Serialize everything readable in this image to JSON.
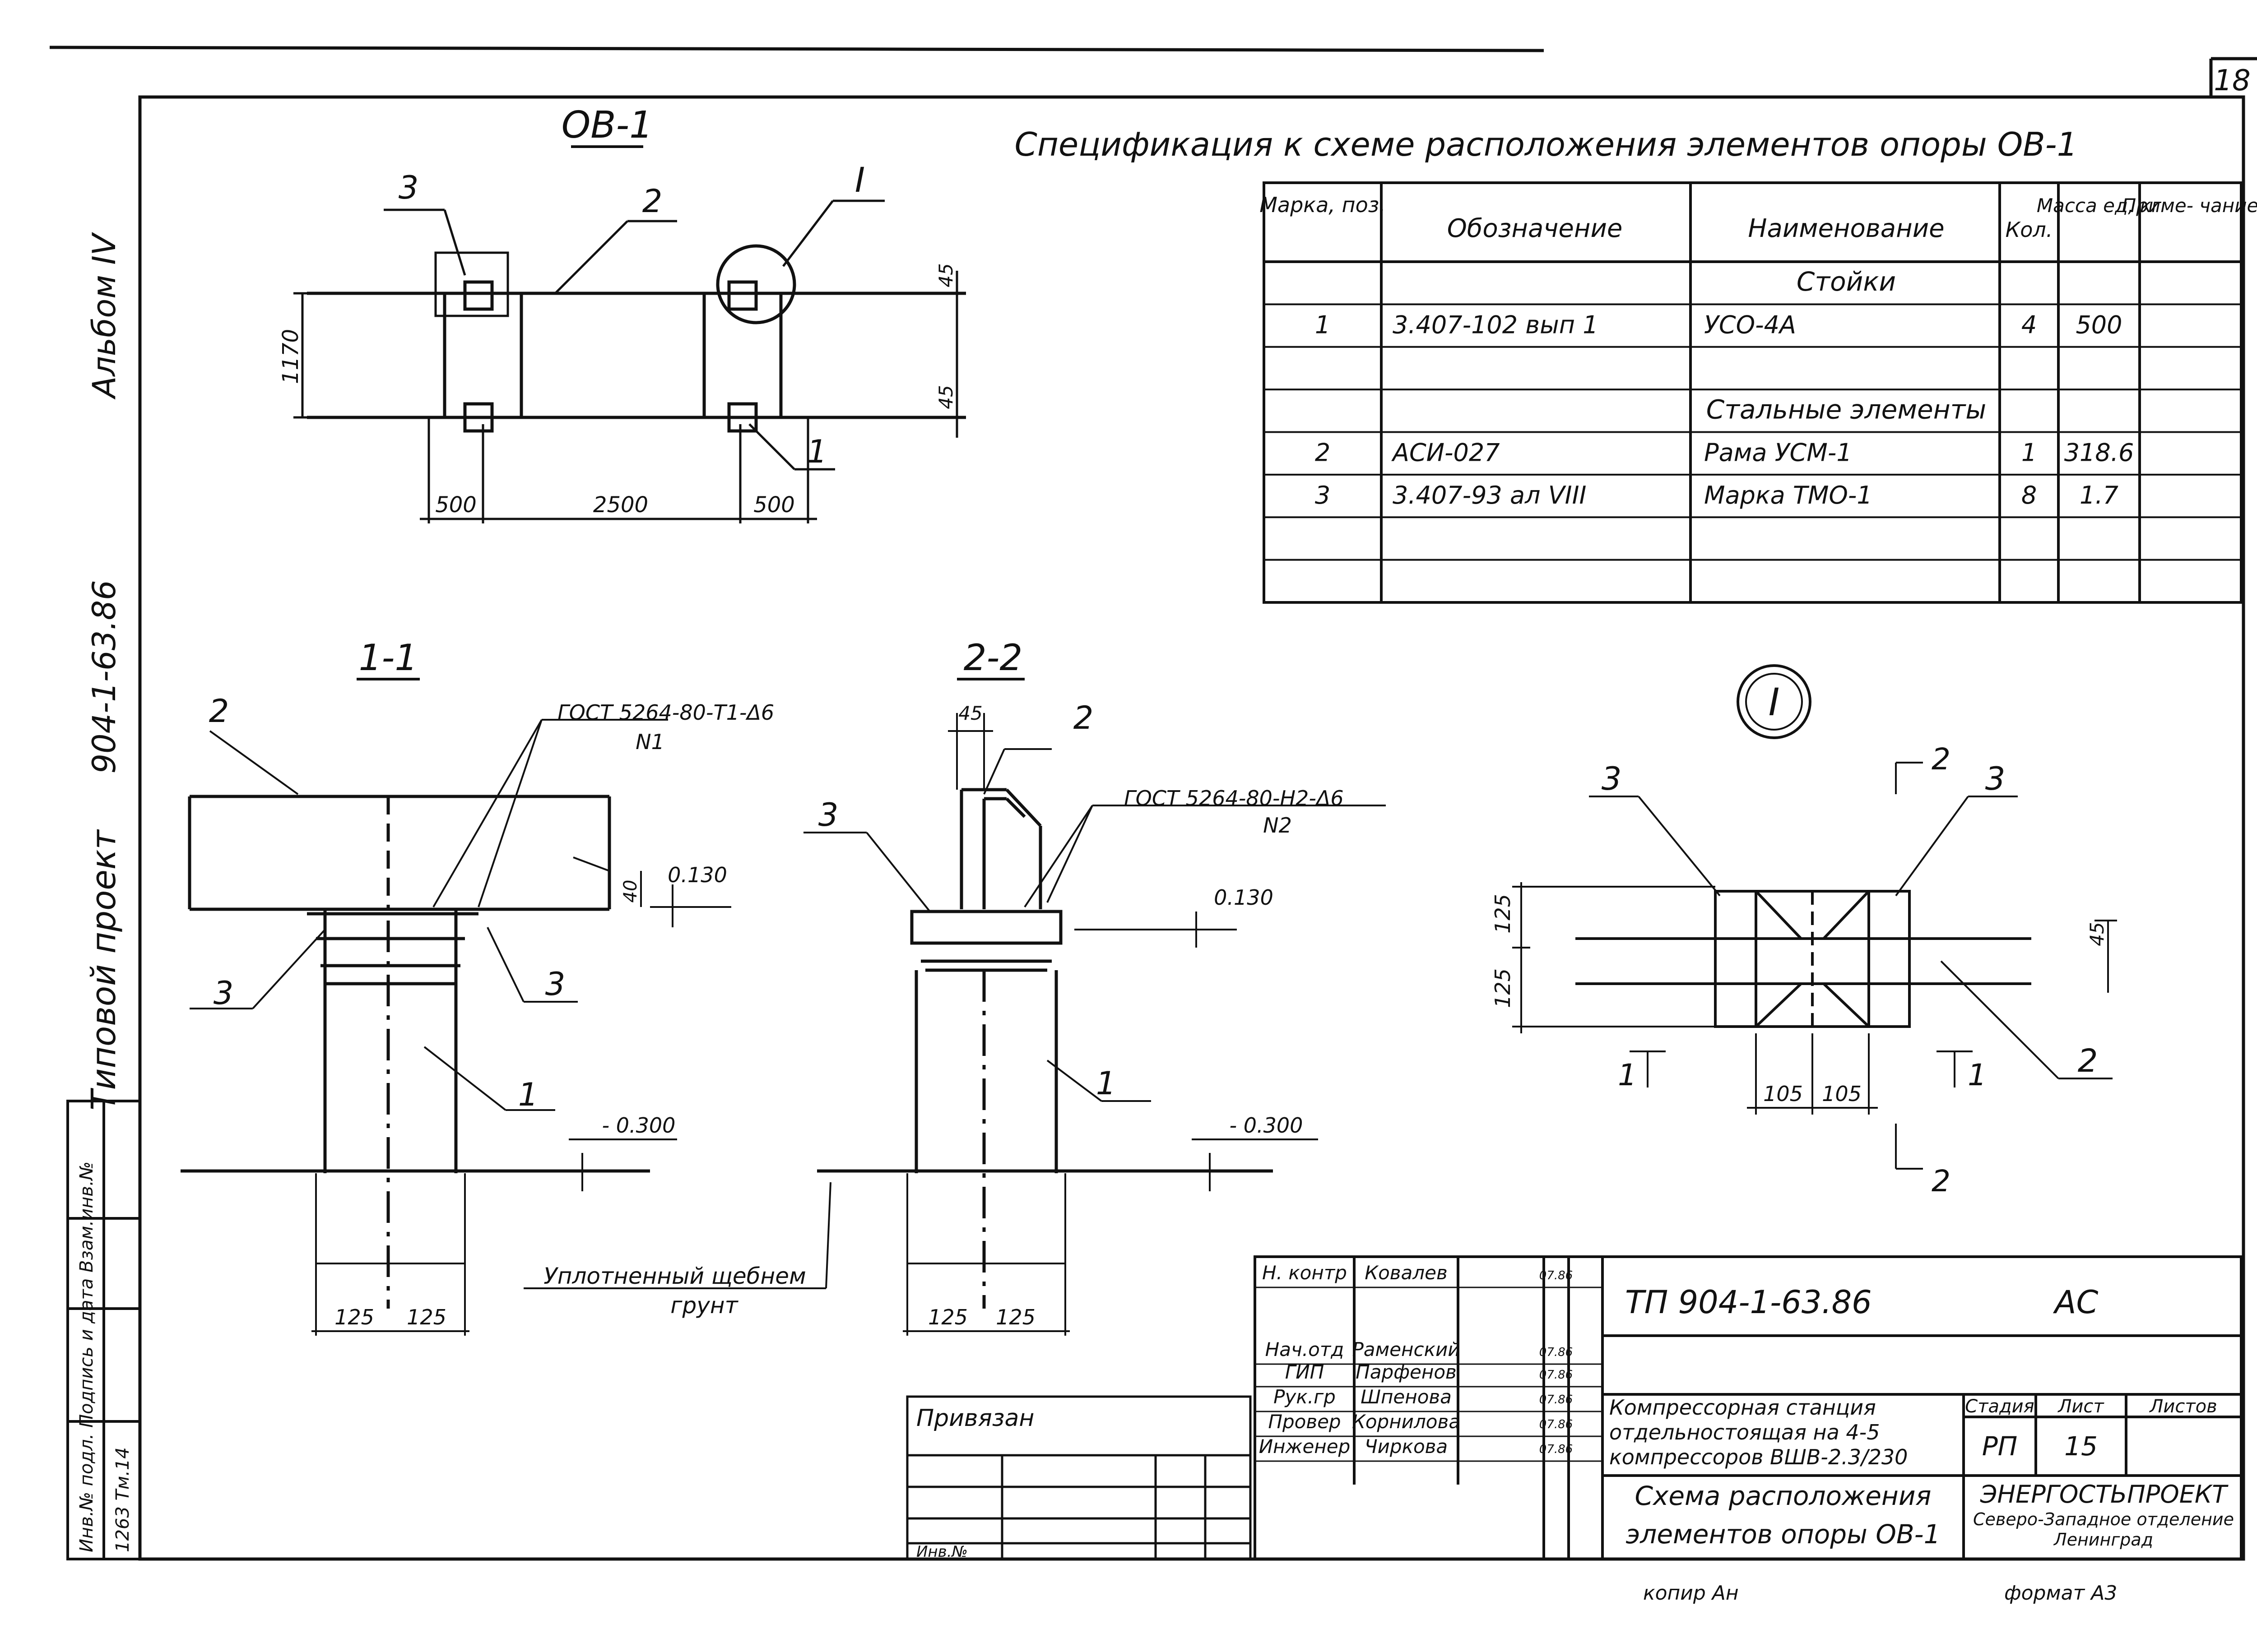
{
  "sheet_number": "18",
  "side_titles": {
    "album": "Альбом IV",
    "project_code": "904-1-63.86",
    "project_type": "Типовой проект"
  },
  "stamp_column": {
    "header": "Инв.№ подл. Подпись и дата Взам.инв.№",
    "value": "1263 Тм.14"
  },
  "plan": {
    "title": "ОВ-1",
    "callouts": {
      "pos3": "3",
      "pos2": "2",
      "pos1": "1",
      "node": "I"
    },
    "dims": {
      "height": "1170",
      "top_offset": "45",
      "bottom_offset": "45",
      "left": "500",
      "middle": "2500",
      "right": "500"
    }
  },
  "specification": {
    "title": "Спецификация к схеме расположения элементов опоры ОВ-1",
    "headers": [
      "Марка, поз.",
      "Обозначение",
      "Наименование",
      "Кол.",
      "Масса ед, кг",
      "Приме- чание"
    ],
    "rows": [
      [
        "",
        "",
        "Стойки",
        "",
        "",
        ""
      ],
      [
        "1",
        "3.407-102 вып 1",
        "УСО-4А",
        "4",
        "500",
        ""
      ],
      [
        "",
        "",
        "",
        "",
        "",
        ""
      ],
      [
        "",
        "",
        "Стальные элементы",
        "",
        "",
        ""
      ],
      [
        "2",
        "АСИ-027",
        "Рама УСМ-1",
        "1",
        "318.6",
        ""
      ],
      [
        "3",
        "3.407-93 ал VIII",
        "Марка ТМО-1",
        "8",
        "1.7",
        ""
      ],
      [
        "",
        "",
        "",
        "",
        "",
        ""
      ],
      [
        "",
        "",
        "",
        "",
        "",
        ""
      ]
    ]
  },
  "section_1_1": {
    "title": "1-1",
    "weld_note": "ГОСТ 5264-80-Т1-Δ6",
    "weld_n": "N1",
    "callouts": {
      "pos2": "2",
      "pos3a": "3",
      "pos3b": "3",
      "pos1": "1"
    },
    "dims": {
      "gap": "40",
      "d1": "125",
      "d2": "125"
    },
    "levels": {
      "top": "0.130",
      "ground": "- 0.300"
    }
  },
  "section_2_2": {
    "title": "2-2",
    "weld_note": "ГОСТ 5264-80-Н2-Δ6",
    "weld_n": "N2",
    "callouts": {
      "pos2": "2",
      "pos3": "3",
      "pos1": "1"
    },
    "dims": {
      "top": "45",
      "d1": "125",
      "d2": "125"
    },
    "levels": {
      "top": "0.130",
      "ground": "- 0.300"
    }
  },
  "soil_note": {
    "line1": "Уплотненный щебнем",
    "line2": "грунт"
  },
  "node_I": {
    "label": "I",
    "callouts": {
      "pos3a": "3",
      "pos3b": "3",
      "pos2": "2"
    },
    "cuts": {
      "top": "2",
      "bottom": "2",
      "left": "1",
      "right": "1"
    },
    "dims": {
      "h1": "125",
      "h2": "125",
      "w1": "105",
      "w2": "105",
      "right": "45"
    }
  },
  "privyazan": {
    "label": "Привязан",
    "inv": "Инв.№"
  },
  "title_block": {
    "code": "ТП 904-1-63.86",
    "mark": "АС",
    "people": [
      {
        "role": "Н. контр",
        "name": "Ковалев",
        "date": "07.86"
      },
      {
        "role": "Нач.отд",
        "name": "Раменский",
        "date": "07.86"
      },
      {
        "role": "ГИП",
        "name": "Парфенов",
        "date": "07.86"
      },
      {
        "role": "Рук.гр",
        "name": "Шпенова",
        "date": "07.86"
      },
      {
        "role": "Провер",
        "name": "Корнилова",
        "date": "07.86"
      },
      {
        "role": "Инженер",
        "name": "Чиркова",
        "date": "07.86"
      }
    ],
    "description": [
      "Компрессорная станция",
      "отдельностоящая на 4-5",
      "компрессоров ВШВ-2.3/230"
    ],
    "stage_headers": [
      "Стадия",
      "Лист",
      "Листов"
    ],
    "stage_values": [
      "РП",
      "15",
      ""
    ],
    "drawing_title": [
      "Схема расположения",
      "элементов опоры ОВ-1"
    ],
    "org": [
      "ЭНЕРГОСТЬПРОЕКТ",
      "Северо-Западное отделение",
      "Ленинград"
    ]
  },
  "footer": {
    "copy": "копир Ан",
    "format": "формат А3"
  }
}
